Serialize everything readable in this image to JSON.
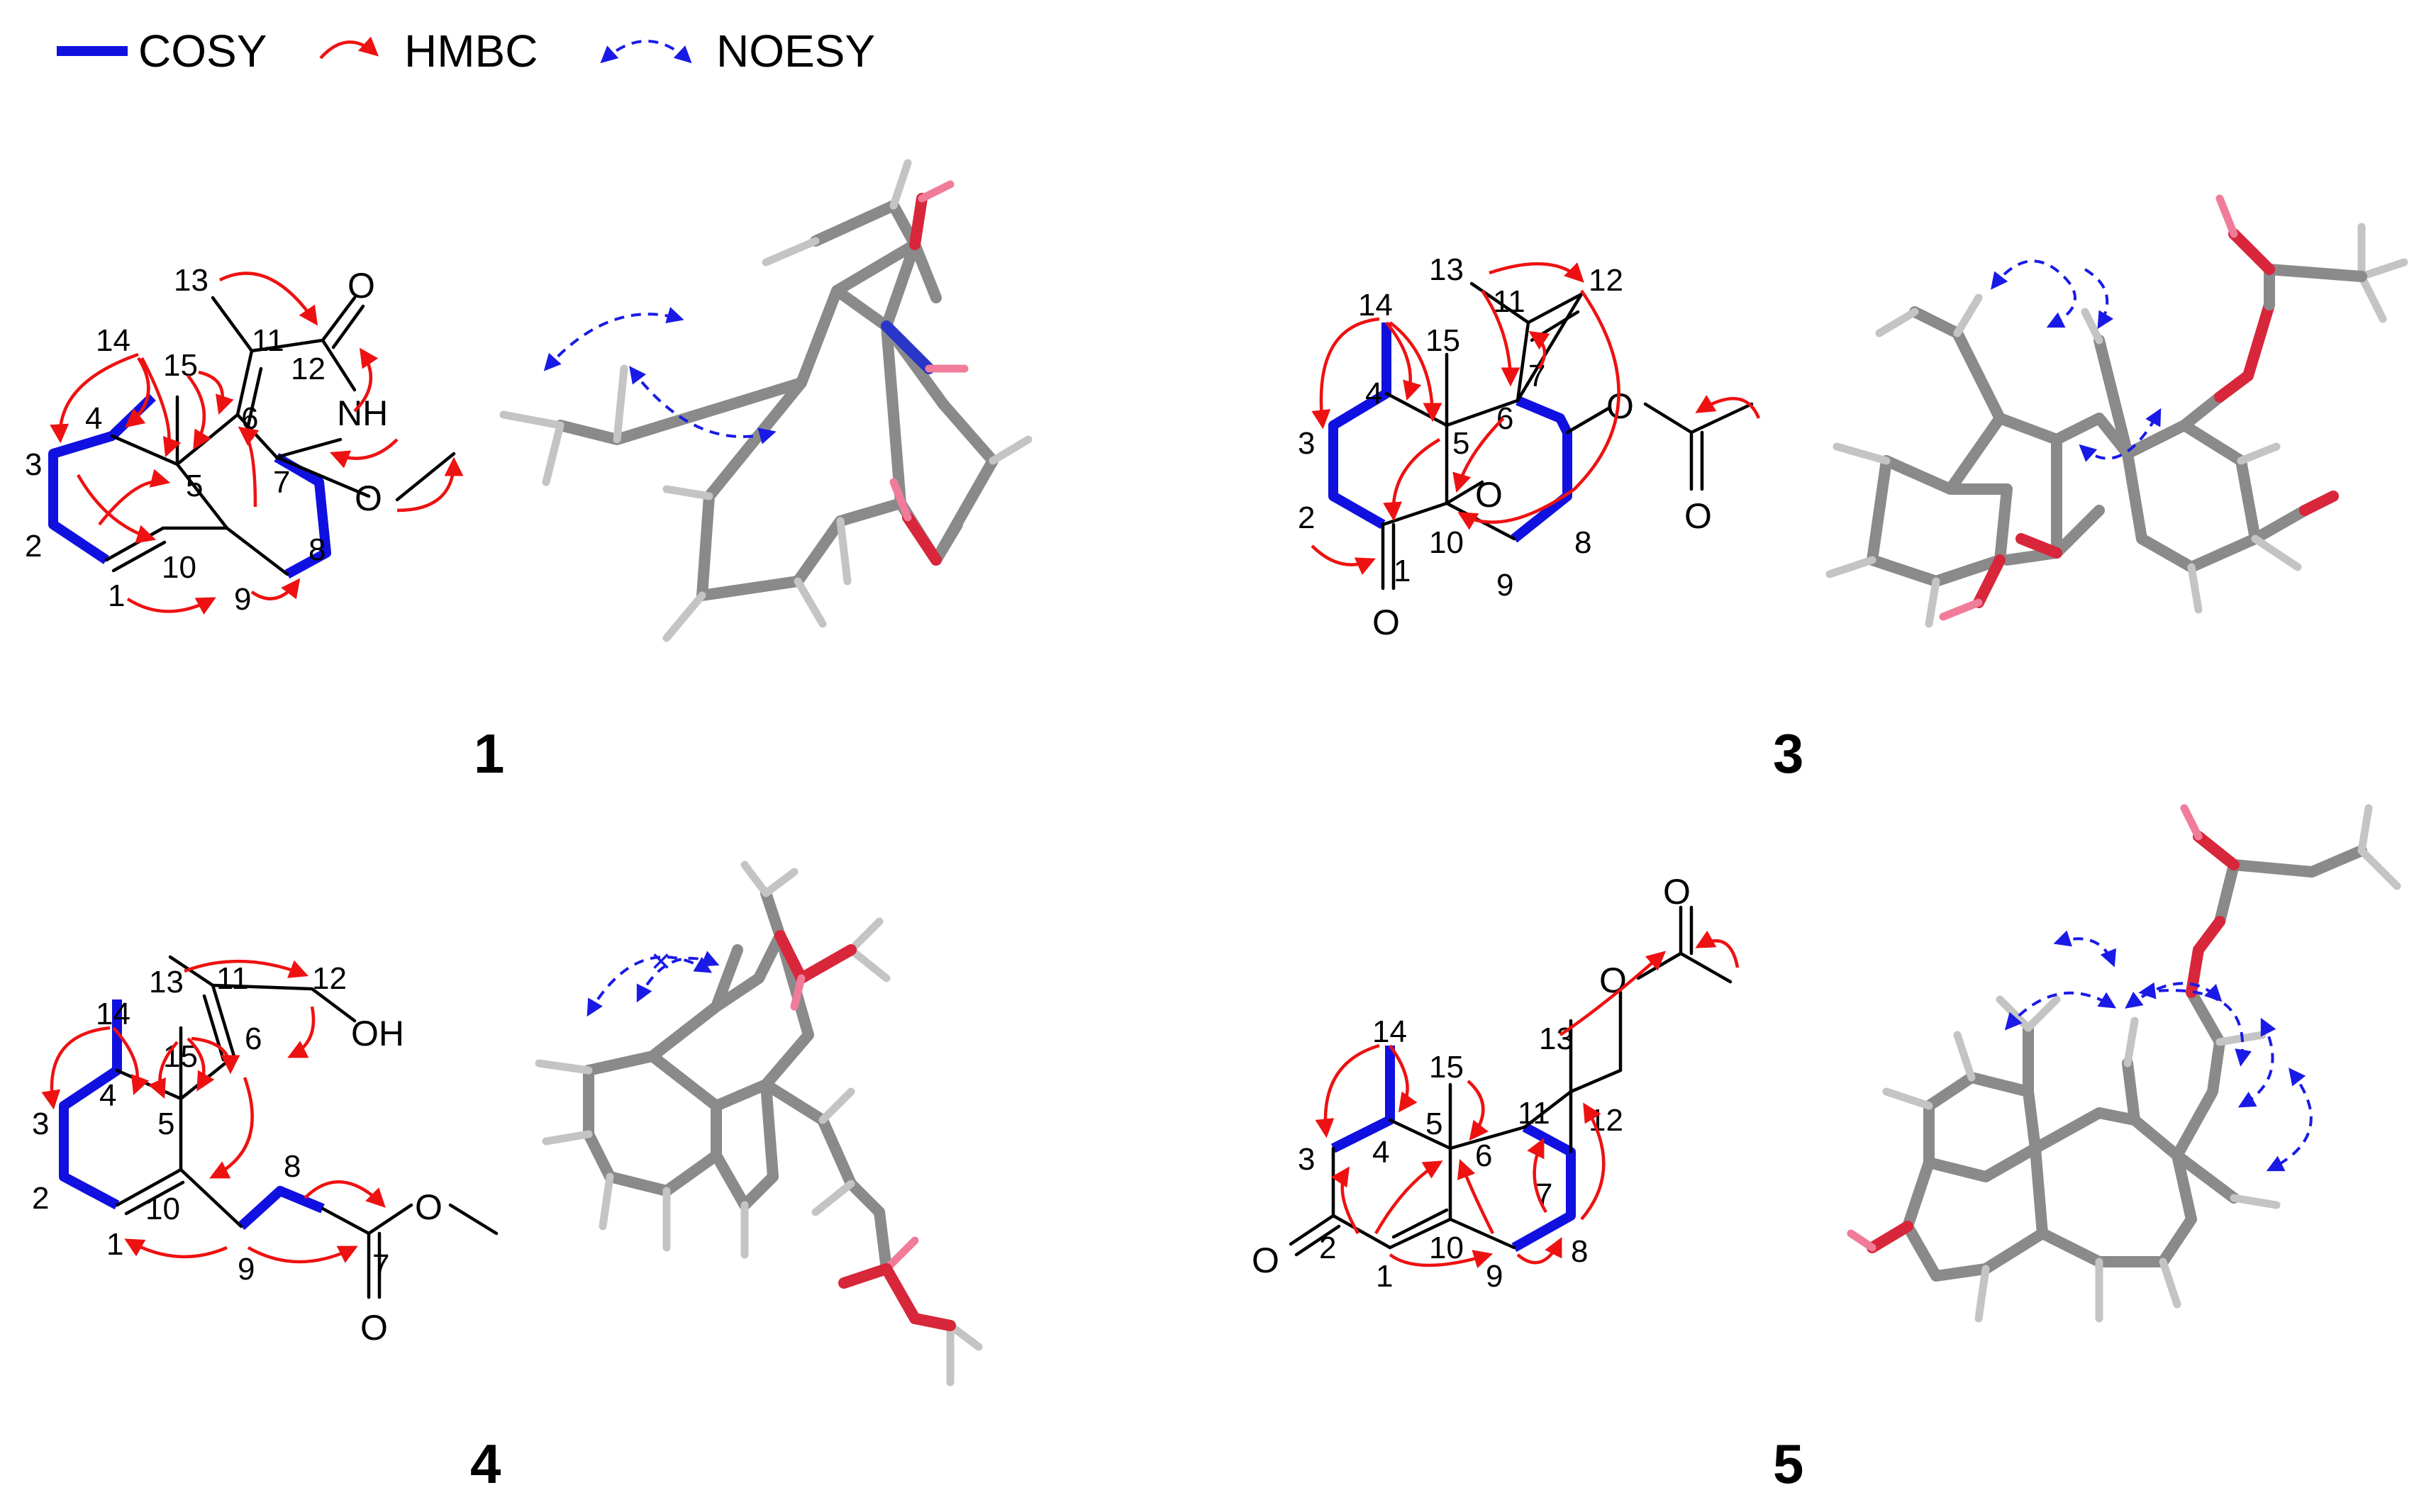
{
  "legend": {
    "cosy_label": "COSY",
    "hmbc_label": "HMBC",
    "noesy_label": "NOESY",
    "colors": {
      "cosy": "#1010e0",
      "hmbc": "#ee1111",
      "noesy": "#1a1ae6"
    }
  },
  "compounds": [
    {
      "number": "1",
      "atom_numbers": [
        "1",
        "2",
        "3",
        "4",
        "5",
        "6",
        "7",
        "8",
        "9",
        "10",
        "11",
        "12",
        "13",
        "14",
        "15"
      ],
      "heteroatoms": {
        "carbonyl_O": "O",
        "amide_N": "NH",
        "methoxy_O": "O"
      }
    },
    {
      "number": "3",
      "atom_numbers": [
        "1",
        "2",
        "3",
        "4",
        "5",
        "6",
        "7",
        "8",
        "9",
        "10",
        "11",
        "12",
        "13",
        "14",
        "15"
      ],
      "heteroatoms": {
        "ester_O": "O",
        "ester_carbonyl_O": "O",
        "ether_O": "O",
        "ketone_O": "O"
      }
    },
    {
      "number": "4",
      "atom_numbers": [
        "1",
        "2",
        "3",
        "4",
        "5",
        "6",
        "7",
        "8",
        "9",
        "10",
        "11",
        "12",
        "13",
        "14",
        "15"
      ],
      "heteroatoms": {
        "hydroxyl": "OH",
        "ester_O": "O",
        "ester_carbonyl_O": "O"
      }
    },
    {
      "number": "5",
      "atom_numbers": [
        "1",
        "2",
        "3",
        "4",
        "5",
        "6",
        "7",
        "8",
        "9",
        "10",
        "11",
        "12",
        "13",
        "14",
        "15"
      ],
      "heteroatoms": {
        "ester_carbonyl_O": "O",
        "ester_O": "O",
        "ketone_O": "O"
      }
    }
  ],
  "noesy_not_observed_mark": "×"
}
